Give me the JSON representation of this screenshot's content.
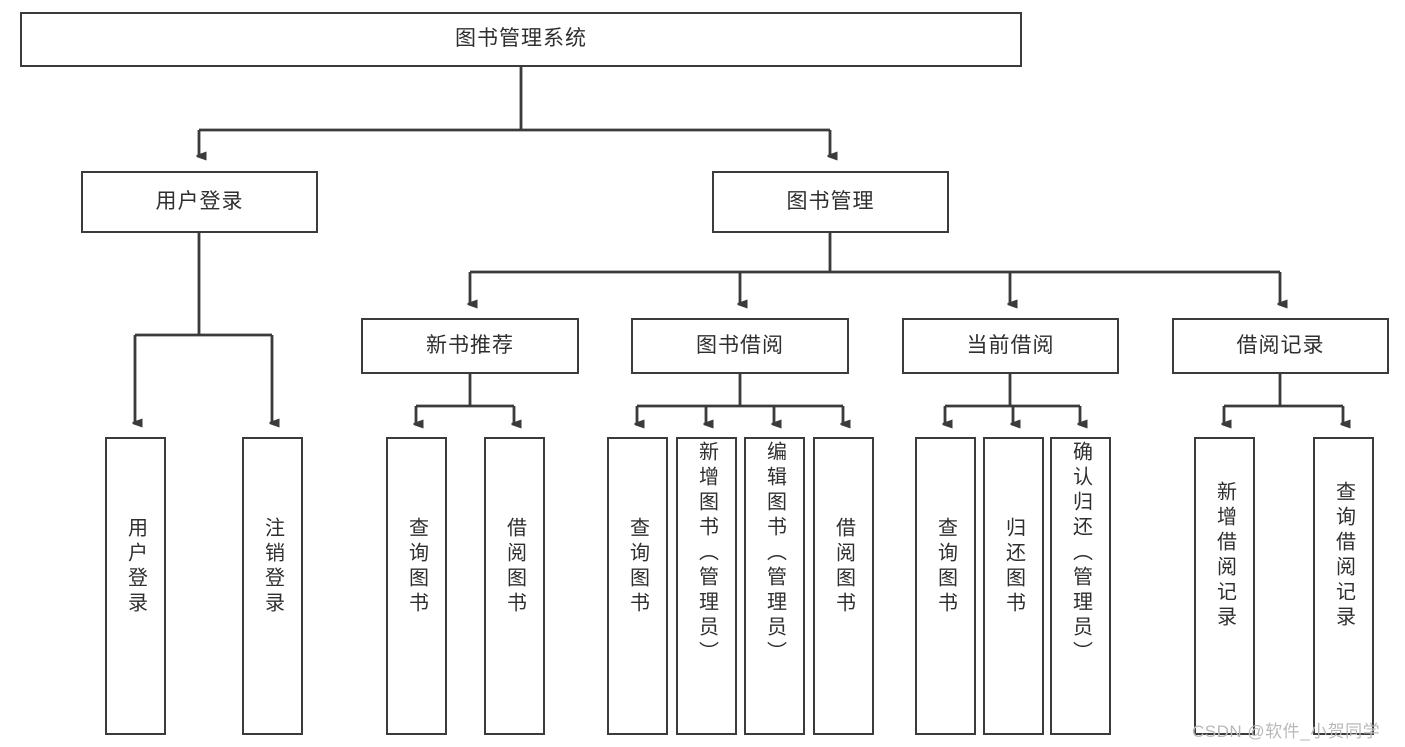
{
  "diagram": {
    "title": "图书管理系统",
    "type": "hierarchy-tree",
    "root": {
      "label": "图书管理系统"
    },
    "level2": [
      {
        "label": "用户登录"
      },
      {
        "label": "图书管理"
      }
    ],
    "level3": [
      {
        "label": "新书推荐"
      },
      {
        "label": "图书借阅"
      },
      {
        "label": "当前借阅"
      },
      {
        "label": "借阅记录"
      }
    ],
    "leaves": {
      "user_login": [
        {
          "label": "用户登录"
        },
        {
          "label": "注销登录"
        }
      ],
      "new_book_recommend": [
        {
          "label": "查询图书"
        },
        {
          "label": "借阅图书"
        }
      ],
      "book_borrow": [
        {
          "label": "查询图书"
        },
        {
          "label": "新增图书（管理员）"
        },
        {
          "label": "编辑图书（管理员）"
        },
        {
          "label": "借阅图书"
        }
      ],
      "current_borrow": [
        {
          "label": "查询图书"
        },
        {
          "label": "归还图书"
        },
        {
          "label": "确认归还（管理员）"
        }
      ],
      "borrow_record": [
        {
          "label": "新增借阅记录"
        },
        {
          "label": "查询借阅记录"
        }
      ]
    }
  },
  "watermark": {
    "text": "CSDN @软件_小贺同学"
  },
  "colors": {
    "stroke": "#3b3b3b",
    "text": "#2f2f2f",
    "background": "#ffffff",
    "watermark": "#b9b9b9"
  }
}
